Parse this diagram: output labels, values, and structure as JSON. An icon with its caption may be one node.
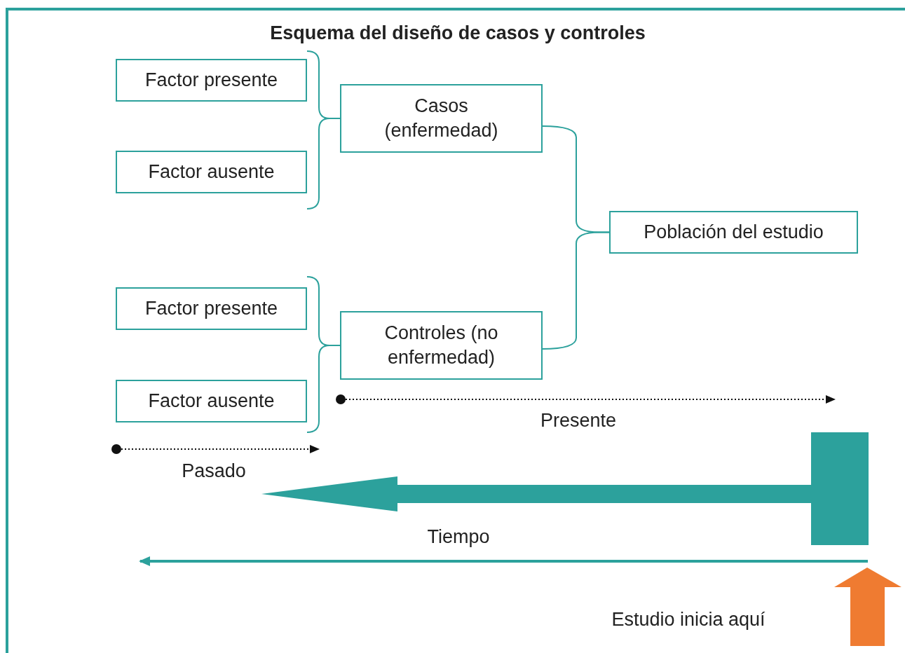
{
  "diagram": {
    "title": "Esquema del diseño de casos y controles",
    "nodes": [
      {
        "text": [
          "Factor presente"
        ]
      },
      {
        "text": [
          "Factor ausente"
        ]
      },
      {
        "text": [
          "Casos (enfermedad)"
        ]
      },
      {
        "text": [
          "Factor presente"
        ]
      },
      {
        "text": [
          "Factor ausente"
        ]
      },
      {
        "text": [
          "Controles (no enfermedad)"
        ]
      },
      {
        "text": [
          "Población del estudio"
        ]
      },
      {
        "text": [],
        "shape": "bar"
      }
    ],
    "edges": [
      {
        "from": 0,
        "to": 2,
        "arrow": "none"
      },
      {
        "from": 1,
        "to": 2,
        "arrow": "none"
      },
      {
        "from": 3,
        "to": 5,
        "arrow": "none"
      },
      {
        "from": 4,
        "to": 5,
        "arrow": "none"
      },
      {
        "from": 2,
        "to": 6,
        "arrow": "none"
      },
      {
        "from": 5,
        "to": 6,
        "arrow": "none"
      },
      {
        "from": 7,
        "to": null,
        "arrow": "to",
        "style": "thick"
      }
    ],
    "labels": [
      "Presente",
      "Pasado",
      "Tiempo",
      "Estudio inicia aquí"
    ]
  }
}
